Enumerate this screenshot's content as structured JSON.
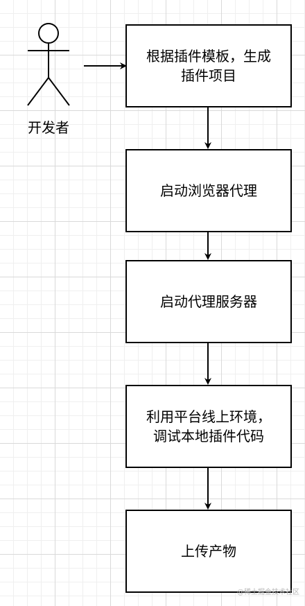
{
  "actor": {
    "label": "开发者"
  },
  "steps": [
    {
      "label": "根据插件模板，生成\n插件项目"
    },
    {
      "label": "启动浏览器代理"
    },
    {
      "label": "启动代理服务器"
    },
    {
      "label": "利用平台线上环境，\n调试本地插件代码"
    },
    {
      "label": "上传产物"
    }
  ],
  "watermark": "@稀土掘金技术社区"
}
